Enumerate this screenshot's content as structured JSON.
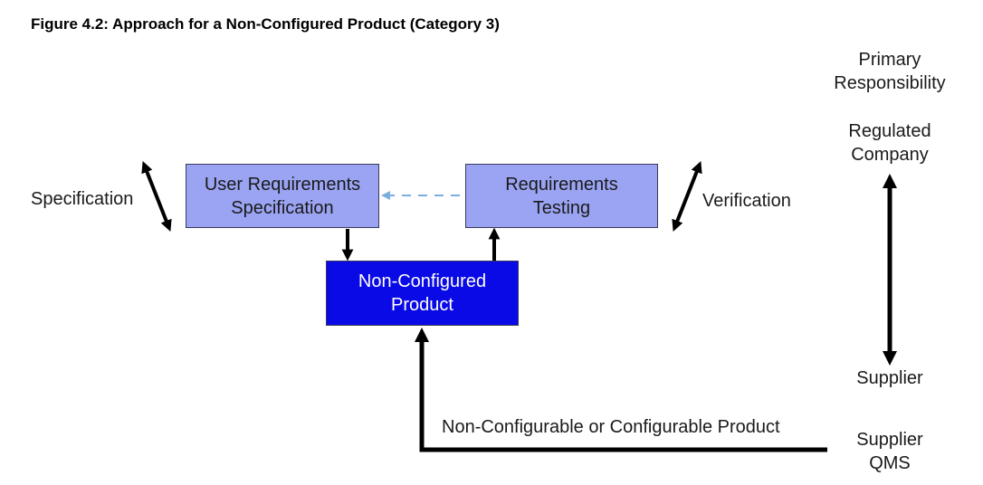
{
  "figure": {
    "title": "Figure 4.2: Approach for a Non-Configured Product (Category 3)"
  },
  "boxes": {
    "urs": [
      "User Requirements",
      "Specification"
    ],
    "rt": [
      "Requirements",
      "Testing"
    ],
    "ncp": [
      "Non-Configured",
      "Product"
    ]
  },
  "labels": {
    "specification": "Specification",
    "verification": "Verification",
    "input_product": "Non-Configurable or Configurable Product"
  },
  "responsibility": {
    "heading": [
      "Primary",
      "Responsibility"
    ],
    "top": [
      "Regulated",
      "Company"
    ],
    "bottom": "Supplier",
    "qms": [
      "Supplier",
      "QMS"
    ]
  },
  "colors": {
    "light_box": "#9aa4f2",
    "dark_box": "#0a0ae6",
    "dashed_arrow": "#7aaee0",
    "arrow": "#000000"
  }
}
